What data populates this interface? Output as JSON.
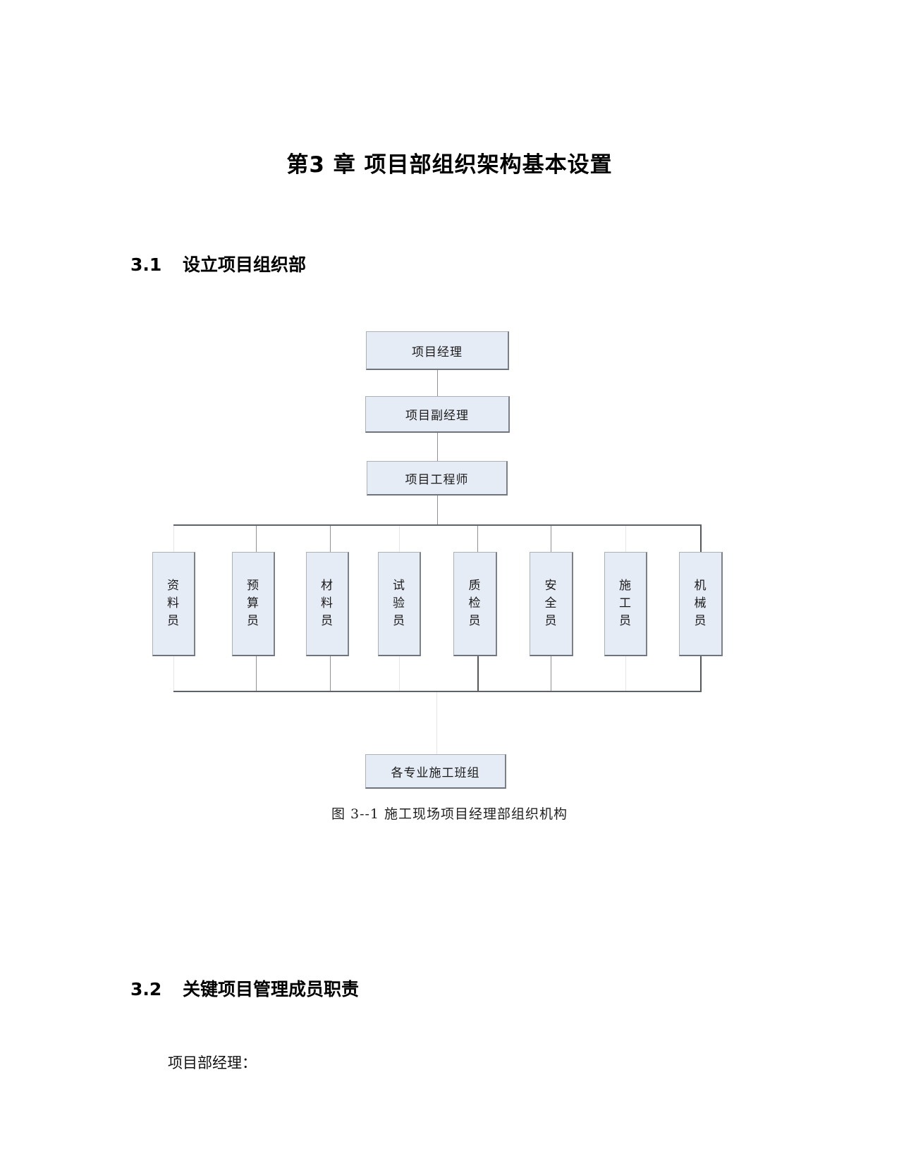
{
  "chapter": {
    "title": "第3 章  项目部组织架构基本设置"
  },
  "sections": [
    {
      "number": "3.1",
      "title": "设立项目组织部"
    },
    {
      "number": "3.2",
      "title": "关键项目管理成员职责"
    }
  ],
  "org_chart": {
    "top_chain": [
      {
        "label": "项目经理"
      },
      {
        "label": "项目副经理"
      },
      {
        "label": "项目工程师"
      }
    ],
    "staff": [
      {
        "chars": [
          "资",
          "料",
          "员"
        ],
        "label": "资料员"
      },
      {
        "chars": [
          "预",
          "算",
          "员"
        ],
        "label": "预算员"
      },
      {
        "chars": [
          "材",
          "料",
          "员"
        ],
        "label": "材料员"
      },
      {
        "chars": [
          "试",
          "验",
          "员"
        ],
        "label": "试验员"
      },
      {
        "chars": [
          "质",
          "检",
          "员"
        ],
        "label": "质检员"
      },
      {
        "chars": [
          "安",
          "全",
          "员"
        ],
        "label": "安全员"
      },
      {
        "chars": [
          "施",
          "工",
          "员"
        ],
        "label": "施工员"
      },
      {
        "chars": [
          "机",
          "械",
          "员"
        ],
        "label": "机械员"
      }
    ],
    "bottom": {
      "label": "各专业施工班组"
    },
    "colors": {
      "box_fill": "#e6ecf6",
      "box_shadow": "#6f747a",
      "connector": "#5e6268"
    }
  },
  "figure_caption": "图 3--1 施工现场项目经理部组织机构",
  "body": {
    "paragraph_1": "项目部经理："
  }
}
